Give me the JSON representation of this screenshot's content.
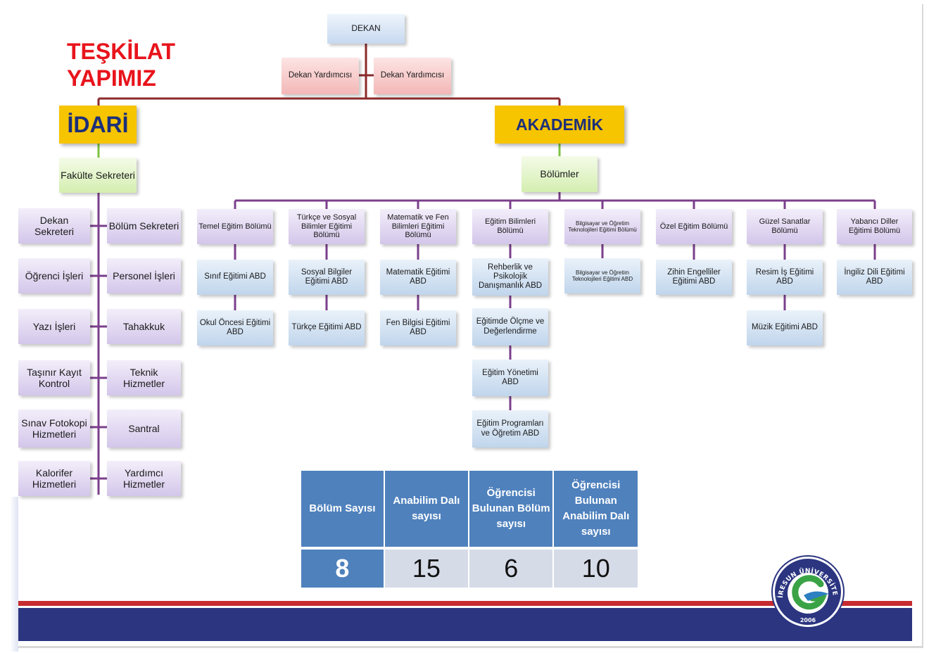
{
  "title": {
    "line1": "TEŞKİLAT",
    "line2": "YAPIMIZ"
  },
  "top": {
    "dekan": "DEKAN",
    "yardimci1": "Dekan Yardımcısı",
    "yardimci2": "Dekan Yardımcısı"
  },
  "idari": {
    "label": "İDARİ",
    "secretary": "Fakülte Sekreteri",
    "left_units": [
      "Dekan Sekreteri",
      "Öğrenci İşleri",
      "Yazı İşleri",
      "Taşınır Kayıt Kontrol",
      "Sınav Fotokopi Hizmetleri",
      "Kalorifer Hizmetleri"
    ],
    "right_units": [
      "Bölüm Sekreteri",
      "Personel İşleri",
      "Tahakkuk",
      "Teknik Hizmetler",
      "Santral",
      "Yardımcı Hizmetler"
    ]
  },
  "akademik": {
    "label": "AKADEMİK",
    "bolumler": "Bölümler",
    "departments": [
      {
        "name": "Temel Eğitim Bölümü",
        "abd": [
          "Sınıf Eğitimi ABD",
          "Okul Öncesi Eğitimi ABD"
        ]
      },
      {
        "name": "Türkçe ve Sosyal Bilimler Eğitimi Bölümü",
        "abd": [
          "Sosyal Bilgiler Eğitimi ABD",
          "Türkçe Eğitimi ABD"
        ]
      },
      {
        "name": "Matematik ve Fen Bilimleri Eğitimi Bölümü",
        "abd": [
          "Matematik Eğitimi ABD",
          "Fen Bilgisi Eğitimi ABD"
        ]
      },
      {
        "name": "Eğitim Bilimleri Bölümü",
        "abd": [
          "Rehberlik ve Psikolojik Danışmanlık ABD",
          "Eğitimde Ölçme ve Değerlendirme",
          "Eğitim Yönetimi ABD",
          "Eğitim Programları ve Öğretim ABD"
        ]
      },
      {
        "name": "Bilgisayar ve Öğretim Teknolojileri Eğitimi Bölümü",
        "abd": [
          "Bilgisayar ve Öğretim Teknolojileri Eğitimi ABD"
        ]
      },
      {
        "name": "Özel Eğitim Bölümü",
        "abd": [
          "Zihin Engelliler Eğitimi ABD"
        ]
      },
      {
        "name": "Güzel Sanatlar Bölümü",
        "abd": [
          "Resim İş Eğitimi ABD",
          "Müzik Eğitimi ABD"
        ]
      },
      {
        "name": "Yabancı Diller Eğitimi Bölümü",
        "abd": [
          "İngiliz Dili Eğitimi ABD"
        ]
      }
    ]
  },
  "stats": {
    "headers": [
      "Bölüm Sayısı",
      "Anabilim Dalı sayısı",
      "Öğrencisi Bulunan Bölüm sayısı",
      "Öğrencisi Bulunan Anabilim Dalı sayısı"
    ],
    "values": [
      "8",
      "15",
      "6",
      "10"
    ]
  },
  "logo": {
    "text": "GİRESUN ÜNİVERSİTESİ",
    "year": "2006"
  },
  "colors": {
    "title": "#e8141c",
    "yellow": "#f7c400",
    "connector": "#7b3f8c",
    "header_blue": "#4f81bd",
    "footer_blue": "#2b3580",
    "footer_red": "#c62b2f"
  }
}
